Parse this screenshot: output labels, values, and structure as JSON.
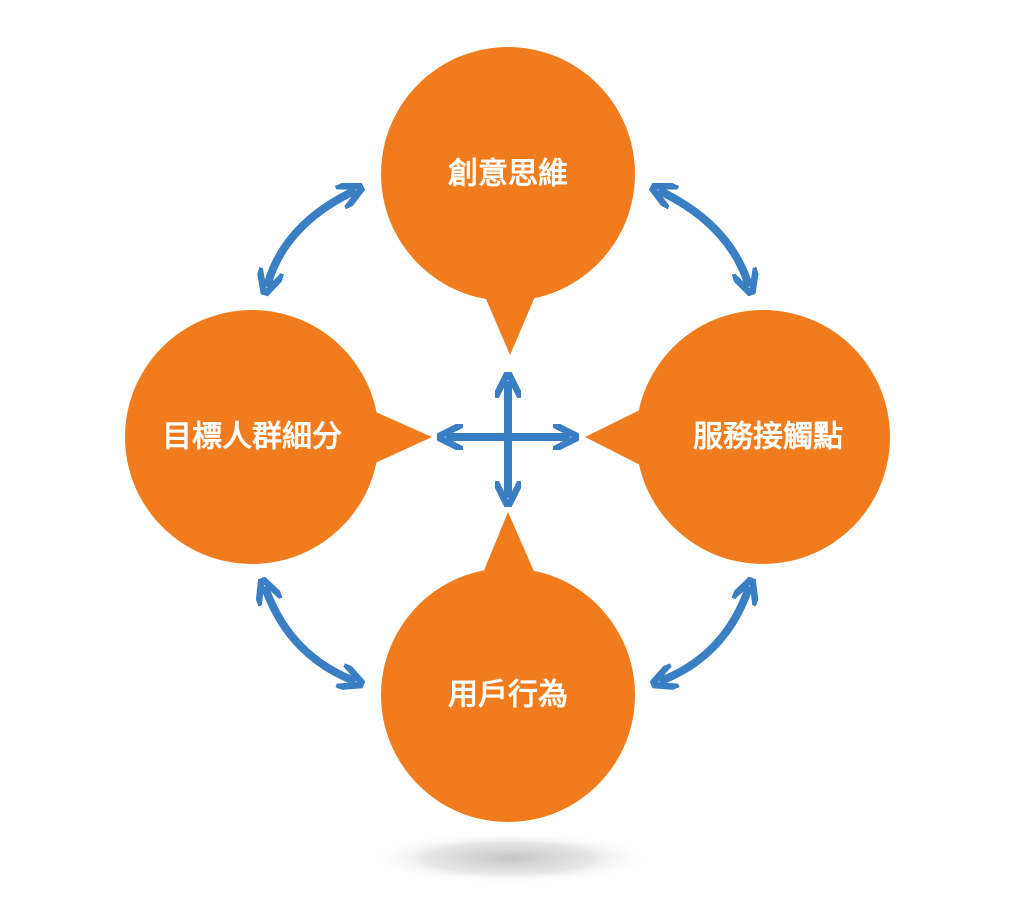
{
  "diagram": {
    "nodes": {
      "top": {
        "label": "創意思維"
      },
      "right": {
        "label": "服務接觸點"
      },
      "bottom": {
        "label": "用戶行為"
      },
      "left": {
        "label": "目標人群細分"
      }
    },
    "colors": {
      "node_fill": "#f07c1e",
      "arrow": "#3a7fc4",
      "label_text": "#ffffff",
      "shadow": "#c8c8c8"
    }
  }
}
